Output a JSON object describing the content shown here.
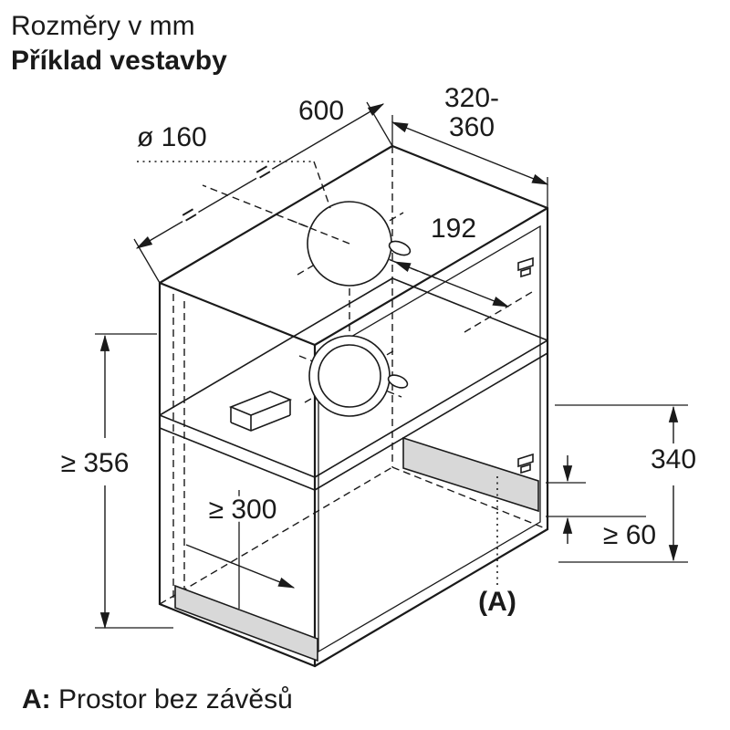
{
  "header": {
    "line1": "Rozměry v mm",
    "line2": "Příklad vestavby"
  },
  "footer": {
    "prefix": "A:",
    "text": " Prostor bez závěsů"
  },
  "labels": {
    "duct_diameter": "ø 160",
    "cabinet_width": "600",
    "cabinet_depth_line1": "320-",
    "cabinet_depth_line2": "360",
    "hole_to_front_edge": "192",
    "min_niche_height": "≥ 356",
    "min_pullout_depth": "≥ 300",
    "side_height": "340",
    "min_clearance": "≥ 60",
    "hinge_free_area": "(A)",
    "equal_mark_left": "=",
    "equal_mark_right": "="
  },
  "colors": {
    "line": "#1a1a1a",
    "shade": "#d8d8d8",
    "background": "#ffffff"
  }
}
